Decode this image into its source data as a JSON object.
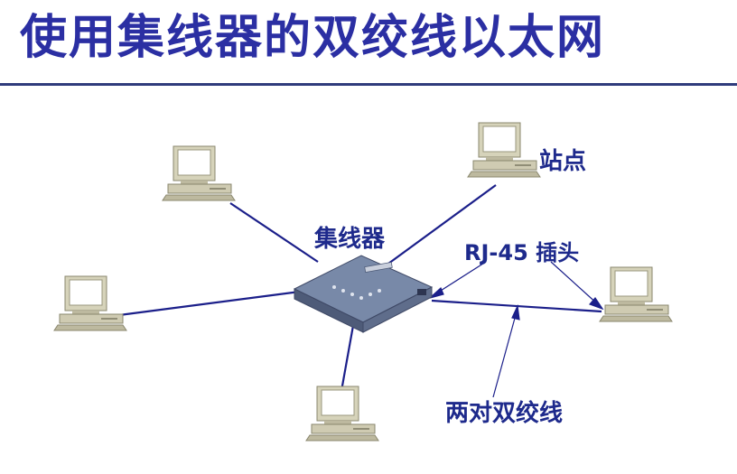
{
  "slide": {
    "title": "使用集线器的双绞线以太网"
  },
  "diagram": {
    "labels": {
      "hub": "集线器",
      "station": "站点",
      "rj45": "RJ-45 插头",
      "cable": "两对双绞线"
    },
    "colors": {
      "title": "#2b2fa3",
      "label": "#1e2a8c",
      "cable": "#1b1f8a",
      "computer": "#c9c6ad",
      "hub": "#6f7f9e"
    },
    "station_count": 5
  }
}
